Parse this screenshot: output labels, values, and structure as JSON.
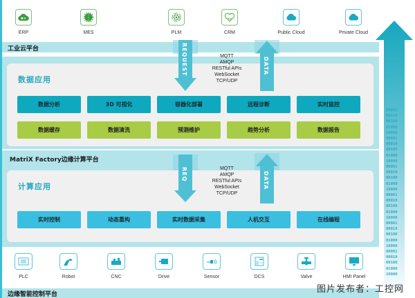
{
  "top_systems": [
    {
      "label": "ERP",
      "icon": "cloud-gear-icon"
    },
    {
      "label": "MES",
      "icon": "brain-gear-icon"
    },
    {
      "label": "PLM",
      "icon": "gear-cycle-icon"
    },
    {
      "label": "CRM",
      "icon": "handshake-heart-icon"
    },
    {
      "label": "Public Cloud",
      "icon": "cloud-icon"
    },
    {
      "label": "Private Cloud",
      "icon": "cloud-icon"
    }
  ],
  "industrial_cloud": {
    "title": "工业云平台"
  },
  "data_apps": {
    "title": "数据应用",
    "row1": [
      "数据分析",
      "3D 可视化",
      "容器化部署",
      "远程诊断",
      "实时监控"
    ],
    "row2": [
      "数据缓存",
      "数据清洗",
      "预测维护",
      "趋势分析",
      "数据报告"
    ]
  },
  "upper_arrows": {
    "down_label": "REQUEST",
    "up_label": "DATA"
  },
  "protocols": [
    "MQTT",
    "AMQP",
    "RESTful APIs",
    "WebSocket",
    "TCP/UDP"
  ],
  "edge_platform": {
    "title": "MatriX Factory边缘计算平台"
  },
  "compute_apps": {
    "title": "计算应用",
    "row": [
      "实时控制",
      "动态重构",
      "实时数据采集",
      "人机交互",
      "在线编程"
    ]
  },
  "lower_arrows": {
    "down_label": "REQ",
    "up_label": "DATA"
  },
  "devices": [
    {
      "label": "PLC",
      "icon": "plc-icon"
    },
    {
      "label": "Robot",
      "icon": "robot-arm-icon"
    },
    {
      "label": "CNC",
      "icon": "cnc-machine-icon"
    },
    {
      "label": "Drive",
      "icon": "motor-icon"
    },
    {
      "label": "Sensor",
      "icon": "sensor-icon"
    },
    {
      "label": "DCS",
      "icon": "dcs-icon"
    },
    {
      "label": "Valve",
      "icon": "valve-icon"
    },
    {
      "label": "HMI Panel",
      "icon": "monitor-icon"
    }
  ],
  "control_platform": {
    "title": "边缘智能控制平台"
  },
  "binary_stream": [
    "00001",
    "00010",
    "00100",
    "01000",
    "10000",
    "00001",
    "00010",
    "00100",
    "01000",
    "10000",
    "00001",
    "00010",
    "00100",
    "01000",
    "10000",
    "00001",
    "00010",
    "00100",
    "01000",
    "10000",
    "00001",
    "00010",
    "00100",
    "01000",
    "10000",
    "00001",
    "00010",
    "00100",
    "01000",
    "10000"
  ],
  "watermark": "图片发布者：工控网",
  "colors": {
    "teal": "#0fa9bf",
    "lime": "#a8cc45",
    "sky": "#3bbfe0",
    "band": "#b2e4ea",
    "panel": "#f0f0f0"
  }
}
